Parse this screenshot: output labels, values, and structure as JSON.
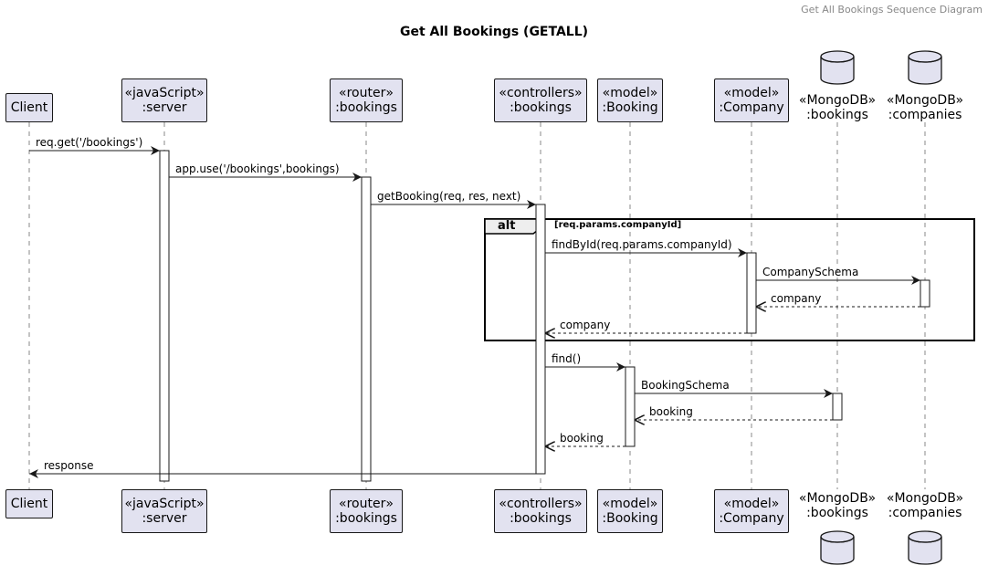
{
  "header_note": "Get All Bookings Sequence Diagram",
  "title": "Get All Bookings (GETALL)",
  "participants": [
    {
      "stereotype": "",
      "name": "Client",
      "kind": "participant"
    },
    {
      "stereotype": "«javaScript»",
      "name": ":server",
      "kind": "participant"
    },
    {
      "stereotype": "«router»",
      "name": ":bookings",
      "kind": "participant"
    },
    {
      "stereotype": "«controllers»",
      "name": ":bookings",
      "kind": "participant"
    },
    {
      "stereotype": "«model»",
      "name": ":Booking",
      "kind": "participant"
    },
    {
      "stereotype": "«model»",
      "name": ":Company",
      "kind": "participant"
    },
    {
      "stereotype": "«MongoDB»",
      "name": ":bookings",
      "kind": "database"
    },
    {
      "stereotype": "«MongoDB»",
      "name": ":companies",
      "kind": "database"
    }
  ],
  "messages": [
    {
      "from": 0,
      "to": 1,
      "label": "req.get('/bookings')",
      "style": "sync"
    },
    {
      "from": 1,
      "to": 2,
      "label": "app.use('/bookings',bookings)",
      "style": "sync"
    },
    {
      "from": 2,
      "to": 3,
      "label": "getBooking(req, res, next)",
      "style": "sync"
    },
    {
      "from": 3,
      "to": 5,
      "label": "findById(req.params.companyId)",
      "style": "sync"
    },
    {
      "from": 5,
      "to": 7,
      "label": "CompanySchema",
      "style": "sync"
    },
    {
      "from": 7,
      "to": 5,
      "label": "company",
      "style": "return"
    },
    {
      "from": 5,
      "to": 3,
      "label": "company",
      "style": "return"
    },
    {
      "from": 3,
      "to": 4,
      "label": "find()",
      "style": "sync"
    },
    {
      "from": 4,
      "to": 6,
      "label": "BookingSchema",
      "style": "sync"
    },
    {
      "from": 6,
      "to": 4,
      "label": "booking",
      "style": "return"
    },
    {
      "from": 4,
      "to": 3,
      "label": "booking",
      "style": "return"
    },
    {
      "from": 3,
      "to": 0,
      "label": "response",
      "style": "sync"
    }
  ],
  "fragment": {
    "type": "alt",
    "guard": "[req.params.companyId]"
  },
  "colors": {
    "participant_fill": "#e2e2f0",
    "border": "#181818",
    "lifeline": "#888888"
  }
}
